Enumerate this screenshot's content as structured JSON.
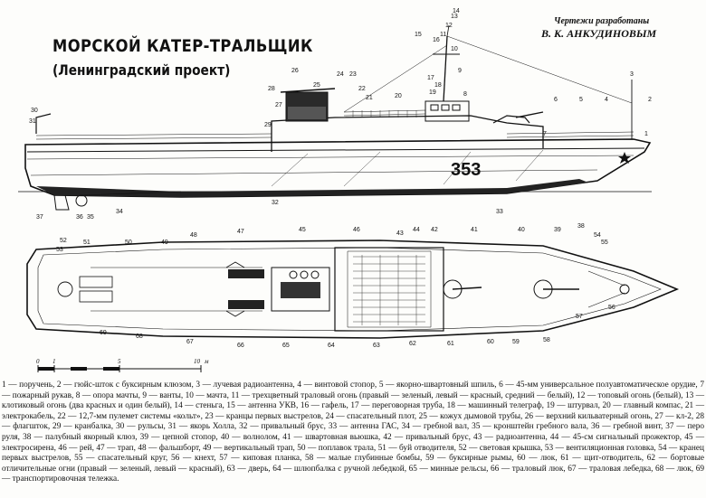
{
  "header": {
    "title": "МОРСКОЙ КАТЕР-ТРАЛЬЩИК",
    "subtitle": "(Ленинградский проект)",
    "credit_line1": "Чертежи разработаны",
    "credit_line2": "В. К. АНКУДИНОВЫМ"
  },
  "drawing": {
    "hull_number": "353",
    "scale_labels": [
      "0",
      "1",
      "5",
      "10"
    ],
    "scale_unit": "м",
    "side_callouts": [
      "1",
      "2",
      "3",
      "4",
      "5",
      "6",
      "7",
      "8",
      "9",
      "10",
      "11",
      "12",
      "13",
      "14",
      "15",
      "16",
      "17",
      "18",
      "19",
      "20",
      "21",
      "22",
      "23",
      "24",
      "25",
      "26",
      "27",
      "28",
      "29",
      "30",
      "31",
      "32",
      "33",
      "34",
      "35",
      "36",
      "37"
    ],
    "plan_callouts": [
      "38",
      "39",
      "40",
      "41",
      "42",
      "43",
      "44",
      "45",
      "46",
      "47",
      "48",
      "49",
      "50",
      "51",
      "52",
      "53",
      "54",
      "55",
      "56",
      "57",
      "58",
      "59",
      "60",
      "61",
      "62",
      "63",
      "64",
      "65",
      "66",
      "67",
      "68",
      "69"
    ]
  },
  "legend": {
    "text": "1 — поручень, 2 — гюйс-шток с буксирным клюзом, 3 — лучевая радиоантенна, 4 — винтовой стопор, 5 — якорно-швартовный шпиль, 6 — 45-мм универсальное полуавтоматическое орудие, 7 — пожарный рукав, 8 — опора мачты, 9 — ванты, 10 — мачта, 11 — трехцветный траловый огонь (правый — зеленый, левый — красный, средний — белый), 12 — топовый огонь (белый), 13 — клотиковый огонь (два красных и один белый), 14 — стеньга, 15 — антенна УКВ, 16 — гафель, 17 — переговорная труба, 18 — машинный телеграф, 19 — штурвал, 20 — главный компас, 21 — электрокабель, 22 — 12,7-мм пулемет системы «кольт», 23 — кранцы первых выстрелов, 24 — спасательный плот, 25 — кожух дымовой трубы, 26 — верхний кильватерный огонь, 27 — кл-2, 28 — флагшток, 29 — кранбалка, 30 — рульсы, 31 — якорь Холла, 32 — привальный брус, 33 — антенна ГАС, 34 — гребной вал, 35 — кронштейн гребного вала, 36 — гребной винт, 37 — перо руля, 38 — палубный якорный клюз, 39 — цепной стопор, 40 — волнолом, 41 — швартовная вьюшка, 42 — привальный брус, 43 — радиоантенна, 44 — 45-см сигнальный прожектор, 45 — электросирена, 46 — рей, 47 — трап, 48 — фальшборт, 49 — вертикальный трап, 50 — поплавок трала, 51 — буй отводителя, 52 — световая крышка, 53 — вентиляционная головка, 54 — кранец первых выстрелов, 55 — спасательный круг, 56 — кнехт, 57 — киповая планка, 58 — малые глубинные бомбы, 59 — буксирные рымы, 60 — люк, 61 — щит-отводитель, 62 — бортовые отличительные огни (правый — зеленый, левый — красный), 63 — дверь, 64 — шлюпбалка с ручной лебедкой, 65 — минные рельсы, 66 — траловый люк, 67 — траловая лебедка, 68 — люк, 69 — транспортировочная тележка."
  }
}
